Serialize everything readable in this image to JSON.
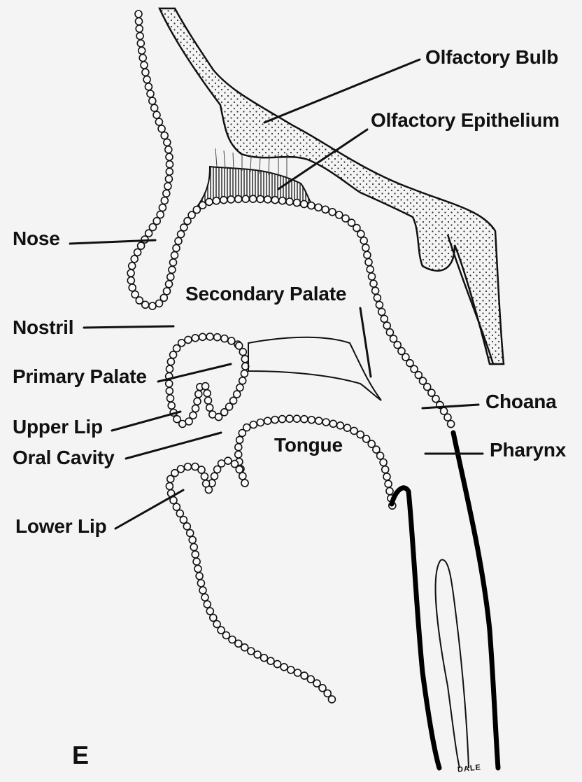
{
  "figure": {
    "panel_letter": "E",
    "signature": "DALE",
    "labels": {
      "olfactory_bulb": "Olfactory Bulb",
      "olfactory_epithelium": "Olfactory Epithelium",
      "nose": "Nose",
      "secondary_palate": "Secondary Palate",
      "nostril": "Nostril",
      "primary_palate": "Primary Palate",
      "upper_lip": "Upper Lip",
      "oral_cavity": "Oral Cavity",
      "lower_lip": "Lower Lip",
      "tongue": "Tongue",
      "choana": "Choana",
      "pharynx": "Pharynx"
    },
    "colors": {
      "ink": "#111111",
      "background": "#f4f4f4",
      "stipple": "#333333"
    }
  }
}
